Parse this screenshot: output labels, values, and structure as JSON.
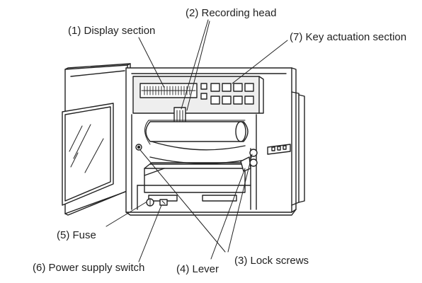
{
  "labels": {
    "display_section": "(1) Display section",
    "recording_head": "(2) Recording head",
    "key_actuation_section": "(7) Key actuation section",
    "fuse": "(5) Fuse",
    "power_supply_switch": "(6) Power supply switch",
    "lever": "(4) Lever",
    "lock_screws": "(3) Lock screws"
  },
  "colors": {
    "ink": "#222222",
    "panel_fill": "#eeeeee",
    "shade": "#dddddd"
  }
}
